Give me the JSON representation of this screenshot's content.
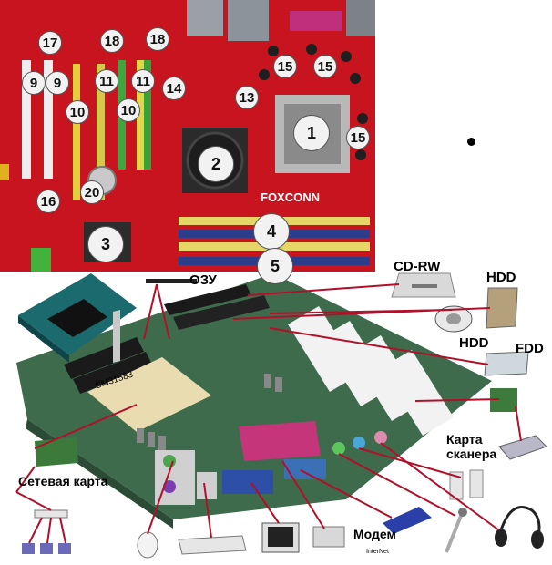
{
  "top_board": {
    "brand": "FOXCONN",
    "numbers": [
      "1",
      "2",
      "3",
      "4",
      "5",
      "9",
      "9",
      "10",
      "10",
      "11",
      "11",
      "13",
      "14",
      "15",
      "15",
      "15",
      "16",
      "17",
      "18",
      "18",
      "20"
    ]
  },
  "labels": {
    "ram": "ОЗУ",
    "cdrw": "CD-RW",
    "hdd_top": "HDD",
    "hdd_mid": "HDD",
    "fdd": "FDD",
    "scanner_card": "Карта\nсканера",
    "network_card": "Сетевая карта",
    "modem": "Модем",
    "internet": "InterNet",
    "cpu_socket": "SM31583"
  },
  "colors": {
    "board_red": "#c8141e",
    "board_green": "#3e6b4c",
    "cable_red": "#b1102b"
  }
}
